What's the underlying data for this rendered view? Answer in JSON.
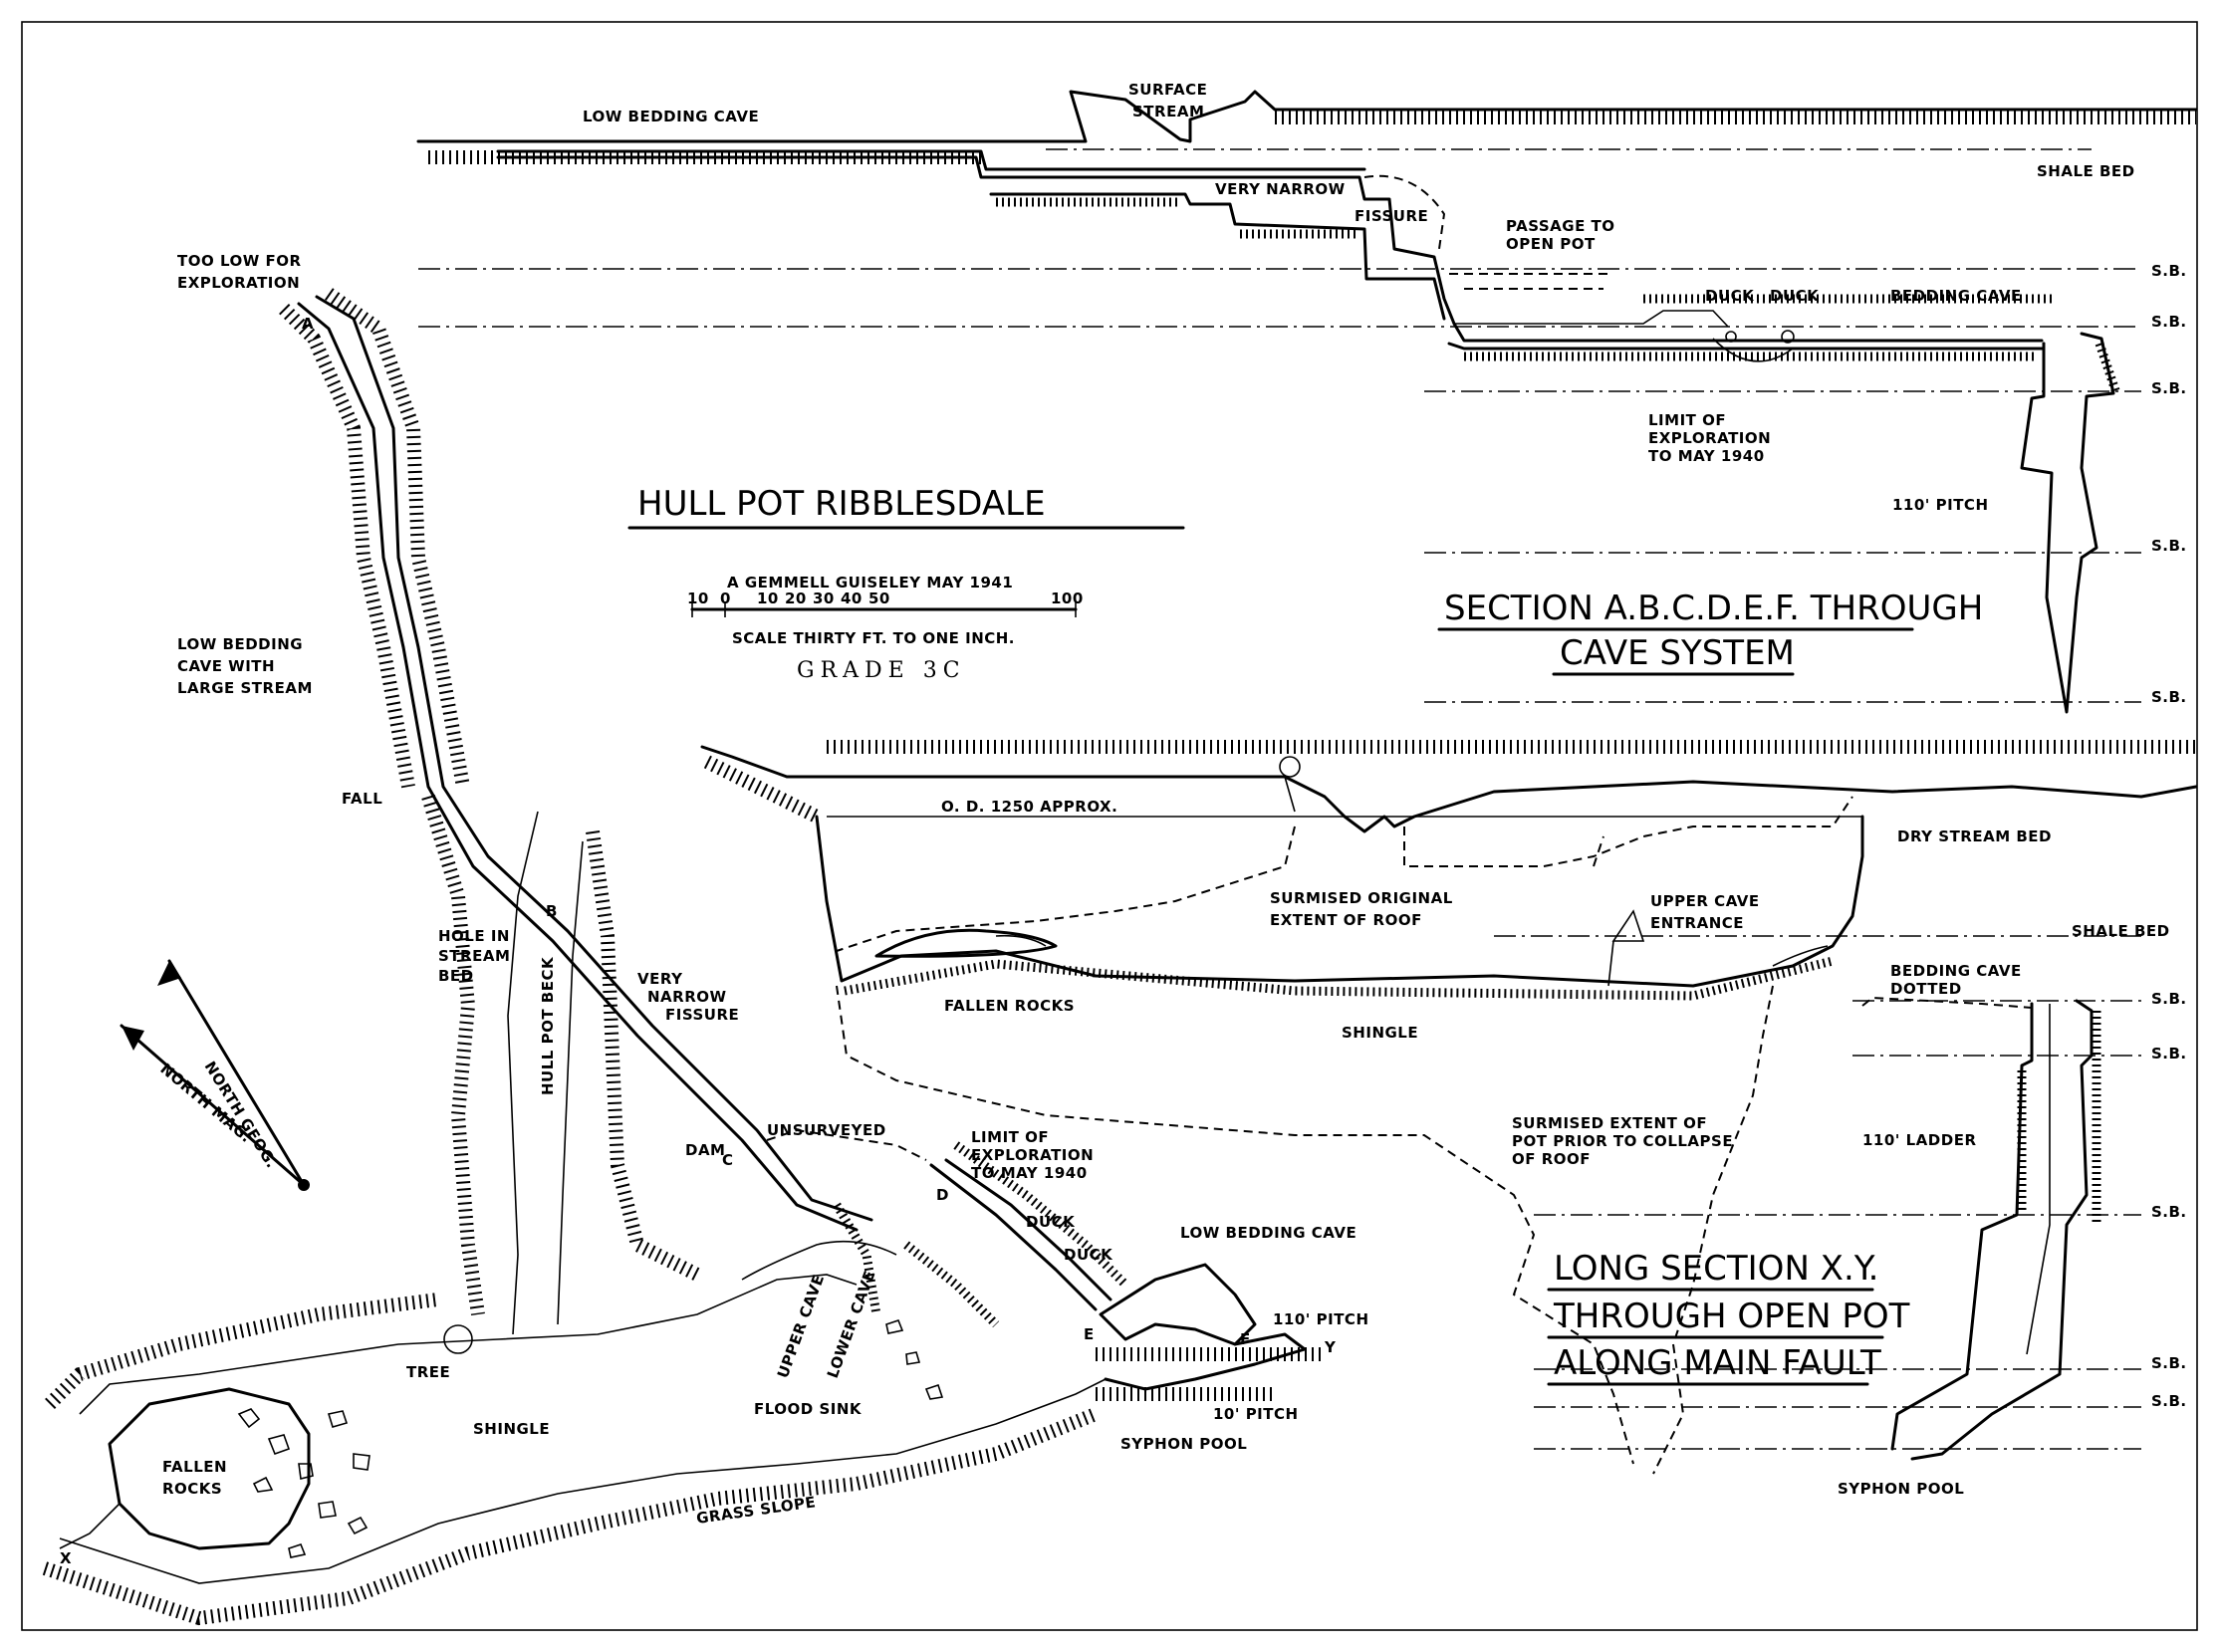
{
  "title": "HULL POT RIBBLESDALE",
  "author": "A GEMMELL GUISELEY MAY 1941",
  "scale": {
    "ticks": [
      "10",
      "0",
      "10",
      "20",
      "30",
      "40",
      "50",
      "100"
    ],
    "caption": "SCALE THIRTY FT. TO ONE INCH.",
    "grade": "GRADE 3C"
  },
  "north": {
    "geographic": "NORTH GEOG.",
    "magnetic": "NORTH MAG."
  },
  "section_abcdef": {
    "title_line1": "SECTION A.B.C.D.E.F. THROUGH",
    "title_line2": "CAVE SYSTEM",
    "labels": {
      "low_bedding_cave": "LOW BEDDING CAVE",
      "surface_stream_1": "SURFACE",
      "surface_stream_2": "STREAM",
      "shale_bed": "SHALE BED",
      "very_narrow": "VERY NARROW",
      "fissure": "FISSURE",
      "passage_1": "PASSAGE TO",
      "passage_2": "OPEN POT",
      "duck_1": "DUCK",
      "duck_2": "DUCK",
      "bedding_cave": "BEDDING CAVE",
      "limit_1": "LIMIT OF",
      "limit_2": "EXPLORATION",
      "limit_3": "TO MAY 1940",
      "pitch": "110' PITCH"
    },
    "bed_marks": [
      "S.B.",
      "S.B.",
      "S.B.",
      "S.B.",
      "S.B."
    ]
  },
  "long_section_xy": {
    "title_line1": "LONG SECTION X.Y.",
    "title_line2": "THROUGH OPEN POT",
    "title_line3": "ALONG MAIN FAULT",
    "labels": {
      "od": "O. D. 1250 APPROX.",
      "dry_stream_bed": "DRY STREAM BED",
      "surmised_roof_1": "SURMISED ORIGINAL",
      "surmised_roof_2": "EXTENT OF ROOF",
      "upper_cave_1": "UPPER CAVE",
      "upper_cave_2": "ENTRANCE",
      "shale_bed": "SHALE BED",
      "bedding_dotted_1": "BEDDING CAVE",
      "bedding_dotted_2": "DOTTED",
      "fallen_rocks": "FALLEN ROCKS",
      "shingle": "SHINGLE",
      "pot_1": "SURMISED EXTENT OF",
      "pot_2": "POT PRIOR TO COLLAPSE",
      "pot_3": "OF ROOF",
      "ladder": "110' LADDER",
      "syphon_pool": "SYPHON POOL"
    },
    "bed_marks": [
      "S.B.",
      "S.B.",
      "S.B.",
      "S.B.",
      "S.B."
    ]
  },
  "plan": {
    "stations": [
      "A",
      "B",
      "C",
      "D",
      "E",
      "F",
      "X",
      "Y"
    ],
    "labels": {
      "too_low_1": "TOO LOW FOR",
      "too_low_2": "EXPLORATION",
      "low_bed_1": "LOW BEDDING",
      "low_bed_2": "CAVE WITH",
      "low_bed_3": "LARGE STREAM",
      "fall": "FALL",
      "hole_1": "HOLE IN",
      "hole_2": "STREAM",
      "hole_3": "BED",
      "fissure_1": "VERY",
      "fissure_2": "NARROW",
      "fissure_3": "FISSURE",
      "beck": "HULL POT BECK",
      "dam": "DAM",
      "unsurveyed": "UNSURVEYED",
      "limit_1": "LIMIT OF",
      "limit_2": "EXPLORATION",
      "limit_3": "TO MAY 1940",
      "duck_1": "DUCK",
      "duck_2": "DUCK",
      "low_bedding_cave": "LOW BEDDING CAVE",
      "pitch_110": "110' PITCH",
      "pitch_10": "10' PITCH",
      "syphon_pool": "SYPHON POOL",
      "upper_cave": "UPPER CAVE",
      "lower_cave": "LOWER CAVE",
      "flood_sink": "FLOOD SINK",
      "tree": "TREE",
      "shingle": "SHINGLE",
      "fallen_1": "FALLEN",
      "fallen_2": "ROCKS",
      "grass_slope": "GRASS SLOPE"
    }
  }
}
